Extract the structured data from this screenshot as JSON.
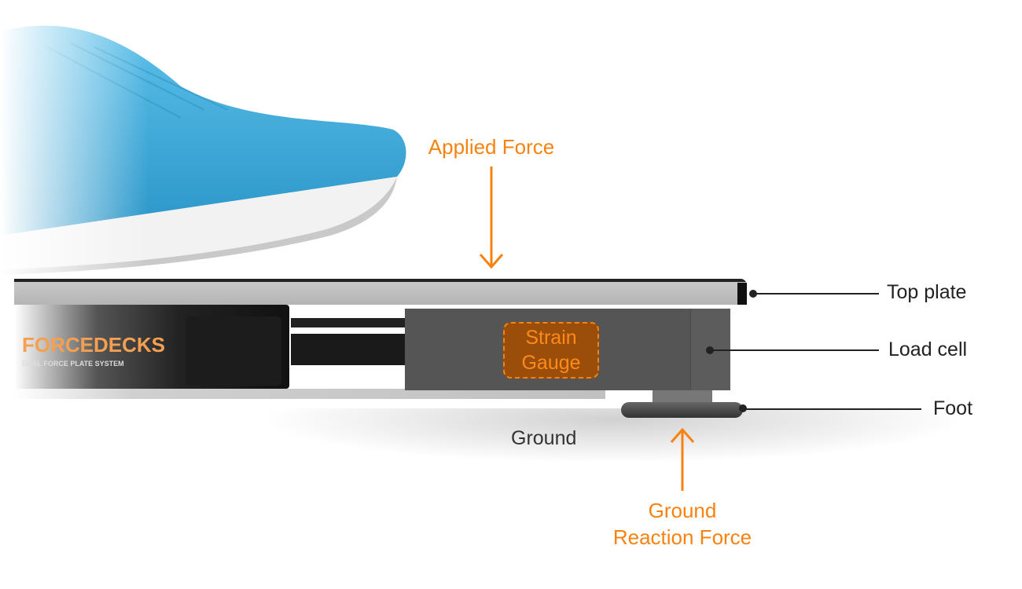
{
  "labels": {
    "applied_force": "Applied Force",
    "top_plate": "Top plate",
    "load_cell": "Load cell",
    "foot": "Foot",
    "ground": "Ground",
    "ground_reaction_line1": "Ground",
    "ground_reaction_line2": "Reaction Force",
    "strain_gauge_line1": "Strain",
    "strain_gauge_line2": "Gauge"
  },
  "branding": {
    "logo": "FORCEDECKS",
    "tagline": "DUAL FORCE PLATE SYSTEM"
  },
  "colors": {
    "accent": "#f7820f",
    "shoe": "#3aa8d8",
    "load_cell": "#555555"
  }
}
